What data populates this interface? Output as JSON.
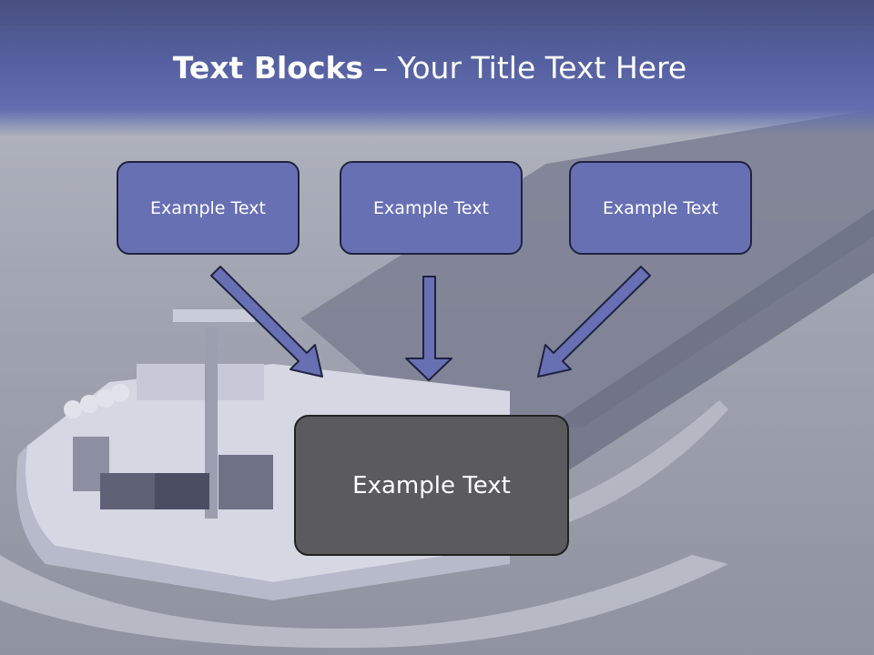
{
  "slide": {
    "title_bold": "Text Blocks",
    "title_rest": " – Your Title Text Here",
    "boxes": [
      {
        "label": "Example Text"
      },
      {
        "label": "Example Text"
      },
      {
        "label": "Example Text"
      }
    ],
    "main_box": {
      "label": "Example Text"
    }
  },
  "colors": {
    "header": "#5560a0",
    "box_fill": "#6870b4",
    "main_box_fill": "#5b5b5d",
    "arrow_fill": "#6870b4"
  },
  "background": {
    "image": "ship-barge-photo"
  }
}
